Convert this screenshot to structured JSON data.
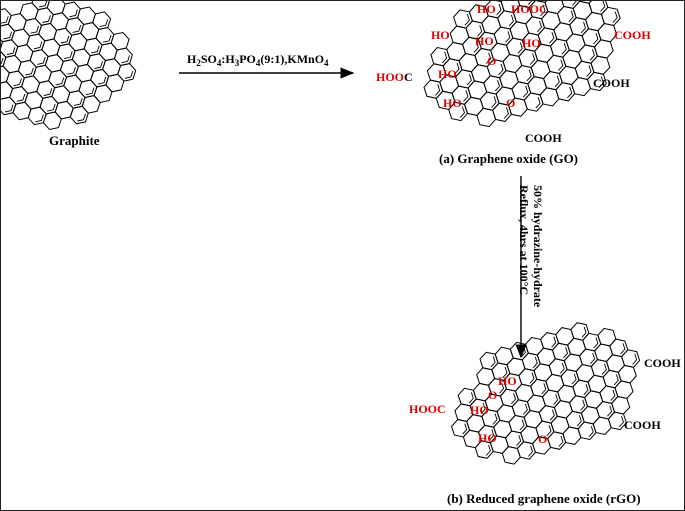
{
  "labels": {
    "graphite": "Graphite",
    "go_caption": "(a)  Graphene oxide (GO)",
    "rgo_caption": "(b)   Reduced graphene oxide (rGO)"
  },
  "reactions": {
    "step1": "H2SO4:H3PO4(9:1),KMnO4",
    "step1_parts": [
      {
        "t": "H"
      },
      {
        "t": "2",
        "sub": true
      },
      {
        "t": "SO"
      },
      {
        "t": "4",
        "sub": true
      },
      {
        "t": ":H"
      },
      {
        "t": "3",
        "sub": true
      },
      {
        "t": "PO"
      },
      {
        "t": "4",
        "sub": true
      },
      {
        "t": "(9:1),KMnO"
      },
      {
        "t": "4",
        "sub": true
      }
    ],
    "step2_line1": "50% hydrazine-hydrate",
    "step2_line2": "Reflux, 4hrs at 100°C"
  },
  "go_groups": [
    {
      "text": "HO",
      "color": "#e00000"
    },
    {
      "text": "HOOC",
      "color": "#e00000"
    },
    {
      "text": "COOH",
      "color": "#e00000"
    },
    {
      "text": "HO",
      "color": "#e00000"
    },
    {
      "text": "HO",
      "color": "#e00000"
    },
    {
      "text": "HO",
      "color": "#e00000"
    },
    {
      "text": "O",
      "color": "#e00000"
    },
    {
      "text": "HOO",
      "color": "#e00000"
    },
    {
      "text": "C",
      "color": "#000000"
    },
    {
      "text": "HO",
      "color": "#e00000"
    },
    {
      "text": "COOH",
      "color": "#000000"
    },
    {
      "text": "HO",
      "color": "#e00000"
    },
    {
      "text": "O",
      "color": "#e00000"
    },
    {
      "text": "COOH",
      "color": "#000000"
    }
  ],
  "rgo_groups": [
    {
      "text": "COOH",
      "color": "#000000"
    },
    {
      "text": "HO",
      "color": "#e00000"
    },
    {
      "text": "O",
      "color": "#e00000"
    },
    {
      "text": "HOOC",
      "color": "#e00000"
    },
    {
      "text": "HO",
      "color": "#e00000"
    },
    {
      "text": "COOH",
      "color": "#000000"
    },
    {
      "text": "HO",
      "color": "#e00000"
    },
    {
      "text": "O",
      "color": "#e00000"
    }
  ],
  "colors": {
    "oxygen_group": "#e00000",
    "ink": "#000000",
    "frame": "#222222"
  }
}
